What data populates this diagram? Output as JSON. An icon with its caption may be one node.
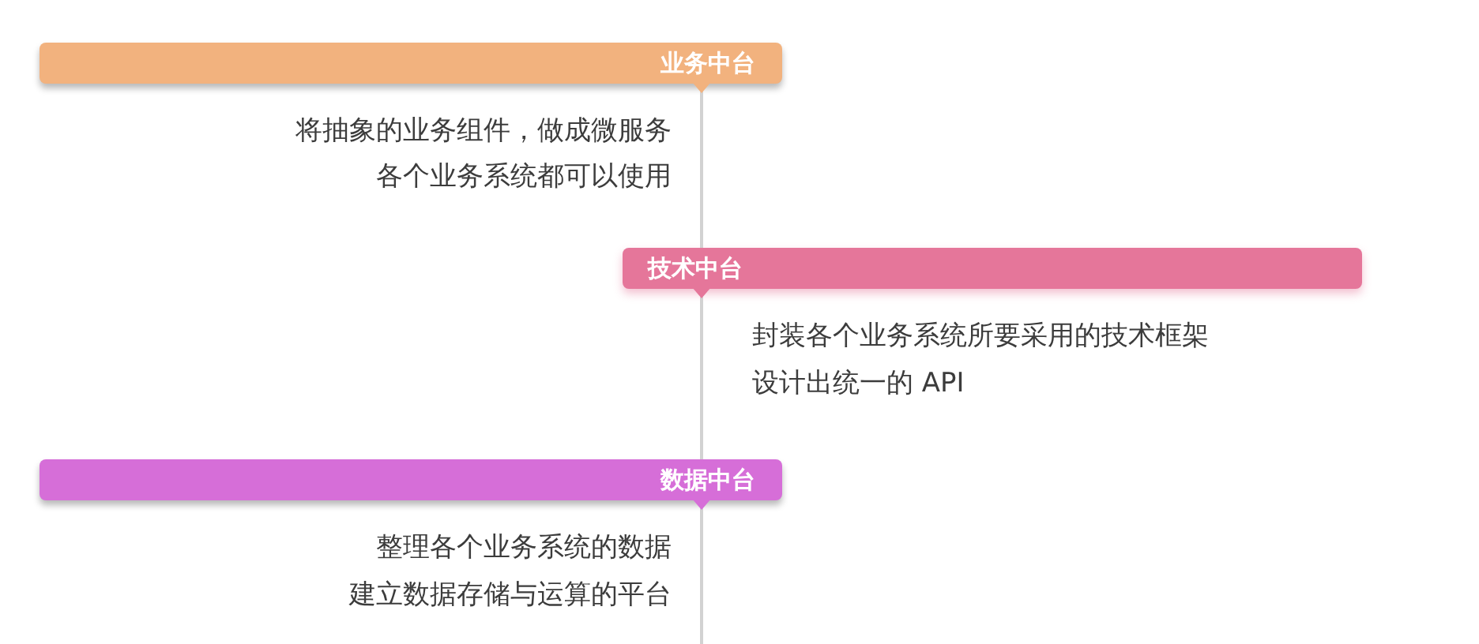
{
  "diagram": {
    "nodes": [
      {
        "text": [
          "业务中台"
        ],
        "beside": [
          "将抽象的业务组件，做成微服务",
          "各个业务系统都可以使用"
        ]
      },
      {
        "text": [
          "技术中台"
        ],
        "beside": [
          "封装各个业务系统所要采用的技术框架",
          "设计出统一的 API"
        ]
      },
      {
        "text": [
          "数据中台"
        ],
        "beside": [
          "整理各个业务系统的数据",
          "建立数据存储与运算的平台"
        ]
      }
    ],
    "edges": [
      {
        "from": 0,
        "to": 1,
        "arrow": "to"
      },
      {
        "from": 1,
        "to": 2,
        "arrow": "to"
      },
      {
        "from": 2,
        "to": null,
        "arrow": "to"
      }
    ]
  }
}
